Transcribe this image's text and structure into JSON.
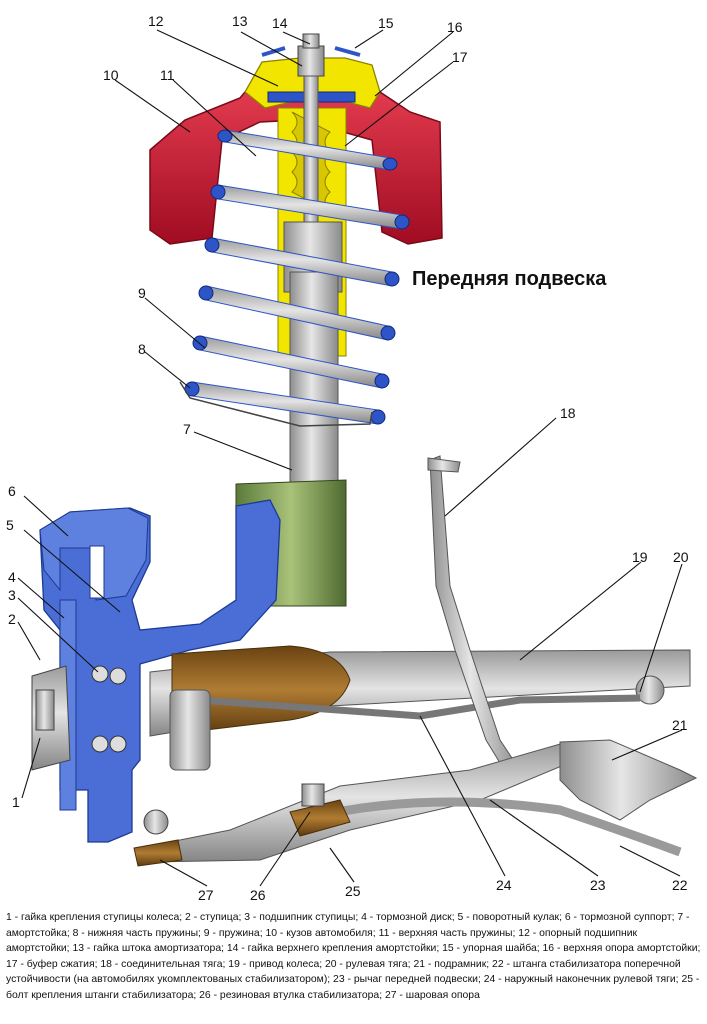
{
  "title": "Передняя подвеска",
  "part_numbers": [
    "1",
    "2",
    "3",
    "4",
    "5",
    "6",
    "7",
    "8",
    "9",
    "10",
    "11",
    "12",
    "13",
    "14",
    "15",
    "16",
    "17",
    "18",
    "19",
    "20",
    "21",
    "22",
    "23",
    "24",
    "25",
    "26",
    "27"
  ],
  "caption": "1 - гайка крепления ступицы колеса; 2 - ступица; 3 - подшипник ступицы; 4 - тормозной диск; 5 - поворотный кулак; 6 - тормозной суппорт; 7 - амортстойка; 8 - нижняя часть пружины; 9 - пружина; 10 - кузов автомобиля; 11 - верхняя часть пружины; 12 - опорный подшипник амортстойки; 13 - гайка штока амортизатора; 14 - гайка верхнего крепления амортстойки; 15 - упорная шайба; 16 - верхняя опора амортстойки; 17 - буфер сжатия; 18 - соединительная тяга; 19 - привод колеса; 20 - рулевая тяга; 21 - подрамник; 22 - штанга стабилизатора поперечной устойчивости (на автомобилях укомплектованых стабилизатором); 23 - рычаг передней подвески; 24 - наружный наконечник рулевой тяги; 25 - болт крепления штанги стабилизатора; 26 - резиновая втулка стабилизатора; 27 - шаровая опора",
  "colors": {
    "body_red": "#c8102e",
    "support_yellow": "#f2e500",
    "spring_blue": "#2d55c8",
    "knuckle_blue": "#4a6ed6",
    "metal_gray": "#b9b9b9",
    "boot_brown": "#8a5a1e"
  }
}
